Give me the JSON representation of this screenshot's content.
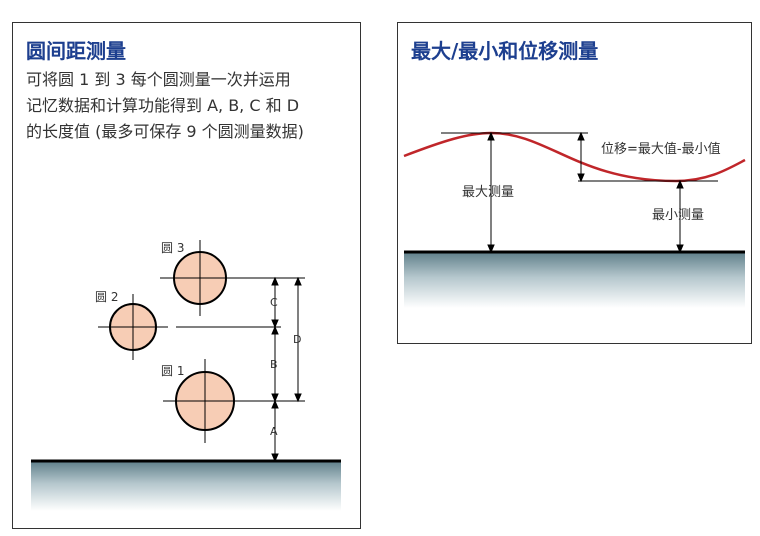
{
  "left": {
    "title": "圆间距测量",
    "description_lines": [
      "可将圆 1 到 3 每个圆测量一次并运用",
      "记忆数据和计算功能得到 A, B, C 和 D",
      "的长度值 (最多可保存 9 个圆测量数据)"
    ],
    "circle_labels": [
      "圆 3",
      "圆 2",
      "圆 1"
    ],
    "dim_labels": [
      "C",
      "B",
      "A",
      "D"
    ]
  },
  "right": {
    "title": "最大/最小和位移测量",
    "displacement_label": "位移=最大值-最小值",
    "max_label": "最大测量",
    "min_label": "最小测量"
  },
  "colors": {
    "title": "#1d3f8f",
    "circle_fill": "#f7cdb5",
    "wave": "#c0262a"
  }
}
